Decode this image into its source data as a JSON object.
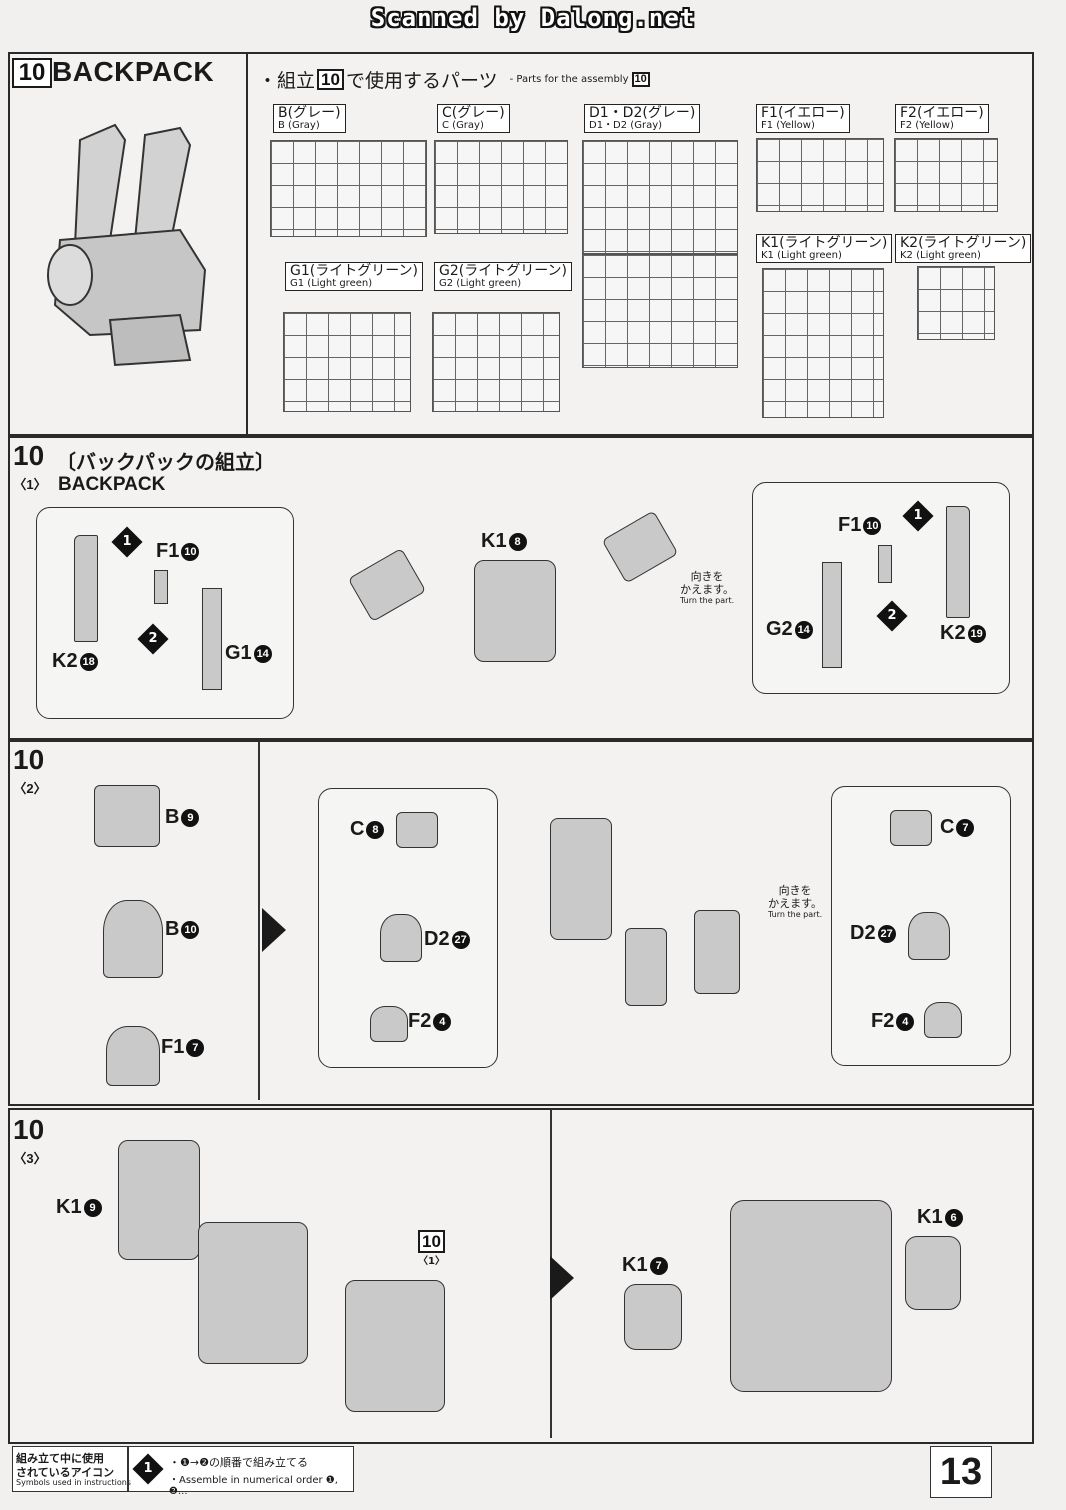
{
  "scan_header": "Scanned by Dalong.net",
  "section": {
    "step_badge": "10",
    "title": "BACKPACK"
  },
  "parts_header": {
    "bullet": "・",
    "jp_prefix": "組立",
    "badge": "10",
    "jp_suffix": "で使用するパーツ",
    "en_prefix": "- Parts for the assembly",
    "en_badge": "10"
  },
  "sprues": [
    {
      "id": "B",
      "jp": "B(グレー)",
      "en": "B (Gray)"
    },
    {
      "id": "C",
      "jp": "C(グレー)",
      "en": "C (Gray)"
    },
    {
      "id": "D",
      "jp": "D1・D2(グレー)",
      "en": "D1・D2 (Gray)"
    },
    {
      "id": "F1",
      "jp": "F1(イエロー)",
      "en": "F1 (Yellow)"
    },
    {
      "id": "F2",
      "jp": "F2(イエロー)",
      "en": "F2 (Yellow)"
    },
    {
      "id": "K1",
      "jp": "K1(ライトグリーン)",
      "en": "K1 (Light green)"
    },
    {
      "id": "K2",
      "jp": "K2(ライトグリーン)",
      "en": "K2 (Light green)"
    },
    {
      "id": "G1",
      "jp": "G1(ライトグリーン)",
      "en": "G1 (Light green)"
    },
    {
      "id": "G2",
      "jp": "G2(ライトグリーン)",
      "en": "G2 (Light green)"
    }
  ],
  "step1": {
    "num": "10",
    "sub": "〈1〉",
    "jp_title": "〔バックパックの組立〕",
    "en_title": "BACKPACK",
    "left_callouts": {
      "f1": "F1",
      "f1_n": "10",
      "g1": "G1",
      "g1_n": "14",
      "k2": "K2",
      "k2_n": "18",
      "o1": "1",
      "o2": "2"
    },
    "center_callout": {
      "k1": "K1",
      "k1_n": "8"
    },
    "turn_note": {
      "jp1": "向きを",
      "jp2": "かえます。",
      "en": "Turn the part."
    },
    "right_callouts": {
      "f1": "F1",
      "f1_n": "10",
      "g2": "G2",
      "g2_n": "14",
      "k2": "K2",
      "k2_n": "19",
      "o1": "1",
      "o2": "2"
    }
  },
  "step2": {
    "num": "10",
    "sub": "〈2〉",
    "left": {
      "b9": "B",
      "b9_n": "9",
      "b10": "B",
      "b10_n": "10",
      "f1": "F1",
      "f1_n": "7"
    },
    "box_left": {
      "c": "C",
      "c_n": "8",
      "d2": "D2",
      "d2_n": "27",
      "f2": "F2",
      "f2_n": "4"
    },
    "turn_note": {
      "jp1": "向きを",
      "jp2": "かえます。",
      "en": "Turn the part."
    },
    "box_right": {
      "c": "C",
      "c_n": "7",
      "d2": "D2",
      "d2_n": "27",
      "f2": "F2",
      "f2_n": "4"
    }
  },
  "step3": {
    "num": "10",
    "sub": "〈3〉",
    "k1a": "K1",
    "k1a_n": "9",
    "ref_badge": "10",
    "ref_sub": "〈1〉",
    "k1b": "K1",
    "k1b_n": "7",
    "k1c": "K1",
    "k1c_n": "6"
  },
  "legend": {
    "jp1": "組み立て中に使用",
    "jp2": "されているアイコン",
    "en": "Symbols used in instructions",
    "icon_num": "1",
    "desc_jp": "・❶→❷の順番で組み立てる",
    "desc_en": "・Assemble in numerical order ❶, ❷..."
  },
  "page_number": "13"
}
